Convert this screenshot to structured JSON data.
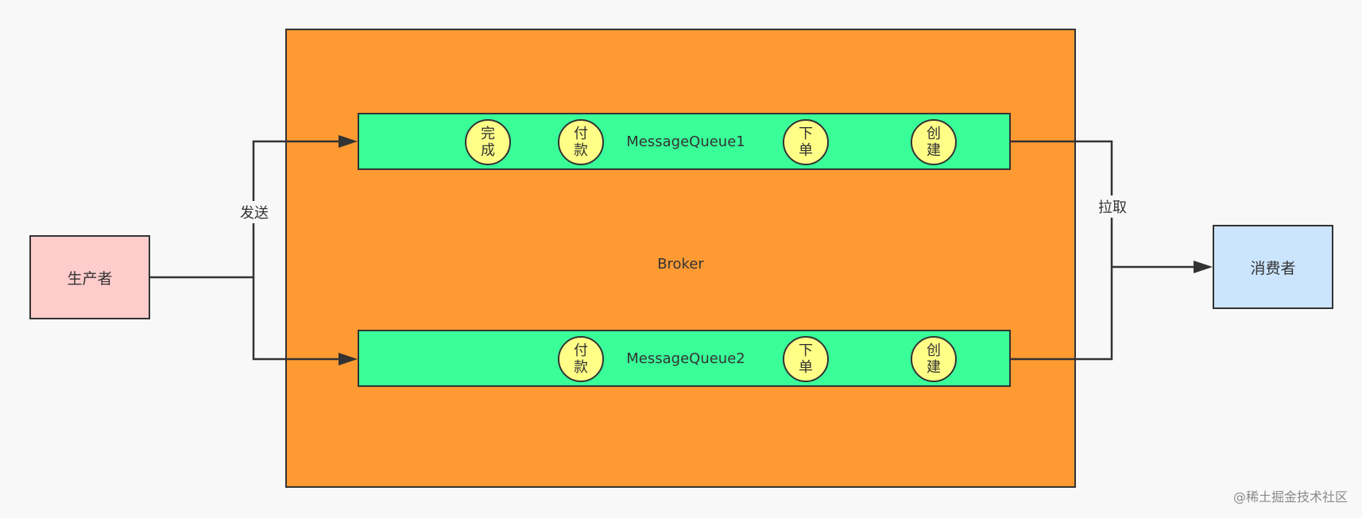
{
  "colors": {
    "background": "#f8f8f8",
    "producer_fill": "#ffcccc",
    "consumer_fill": "#cce5ff",
    "broker_fill": "#ff9a33",
    "queue_fill": "#3aff99",
    "message_fill": "#ffff88",
    "stroke": "#333333"
  },
  "producer": {
    "label": "生产者"
  },
  "consumer": {
    "label": "消费者"
  },
  "broker": {
    "label": "Broker"
  },
  "edges": {
    "send_label": "发送",
    "pull_label": "拉取"
  },
  "queues": [
    {
      "label": "MessageQueue1",
      "messages": [
        {
          "line1": "完",
          "line2": "成"
        },
        {
          "line1": "付",
          "line2": "款"
        },
        {
          "line1": "下",
          "line2": "单"
        },
        {
          "line1": "创",
          "line2": "建"
        }
      ]
    },
    {
      "label": "MessageQueue2",
      "messages": [
        {
          "line1": "付",
          "line2": "款"
        },
        {
          "line1": "下",
          "line2": "单"
        },
        {
          "line1": "创",
          "line2": "建"
        }
      ]
    }
  ],
  "watermark": "@稀土掘金技术社区"
}
